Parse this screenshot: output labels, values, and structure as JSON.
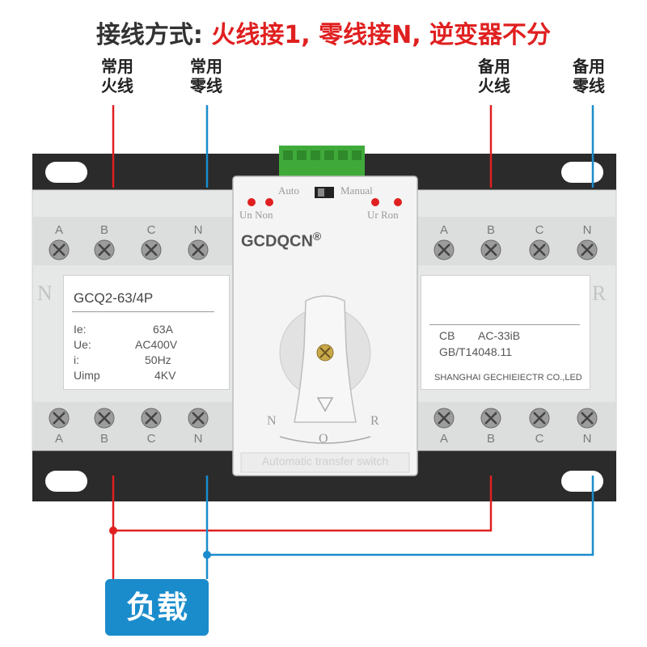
{
  "headline": {
    "prefix": "接线方式:",
    "highlight": "火线接1, 零线接N, 逆变器不分"
  },
  "wire_labels": [
    {
      "line1": "常用",
      "line2": "火线"
    },
    {
      "line1": "常用",
      "line2": "零线"
    },
    {
      "line1": "备用",
      "line2": "火线"
    },
    {
      "line1": "备用",
      "line2": "零线"
    }
  ],
  "terminal_letters": [
    "A",
    "B",
    "C",
    "N"
  ],
  "control": {
    "auto": "Auto",
    "manual": "Manual",
    "left_leds": "Un Non",
    "right_leds": "Ur Ron",
    "brand": "GCDQCN",
    "reg_mark": "®",
    "dial_n": "N",
    "dial_o": "O",
    "dial_r": "R",
    "footer": "Automatic transfer switch"
  },
  "left_plate": {
    "side": "N",
    "model": "GCQ2-63/4P",
    "specs": [
      {
        "key": "Ie:",
        "value": "63A"
      },
      {
        "key": "Ue:",
        "value": "AC400V"
      },
      {
        "key": "i:",
        "value": "50Hz"
      },
      {
        "key": "Uimp",
        "value": "4KV"
      }
    ]
  },
  "right_plate": {
    "side": "R",
    "cert_line1_a": "CB",
    "cert_line1_b": "AC-33iB",
    "cert_line2": "GB/T14048.11",
    "maker": "SHANGHAI GECHIEIECTR CO.,LED"
  },
  "load_label": "负载",
  "colors": {
    "live": "#e02020",
    "neutral": "#1a8ccc",
    "body": "#e9eaea",
    "rail": "#2b2b2b",
    "terminal_green": "#3faa3a"
  }
}
